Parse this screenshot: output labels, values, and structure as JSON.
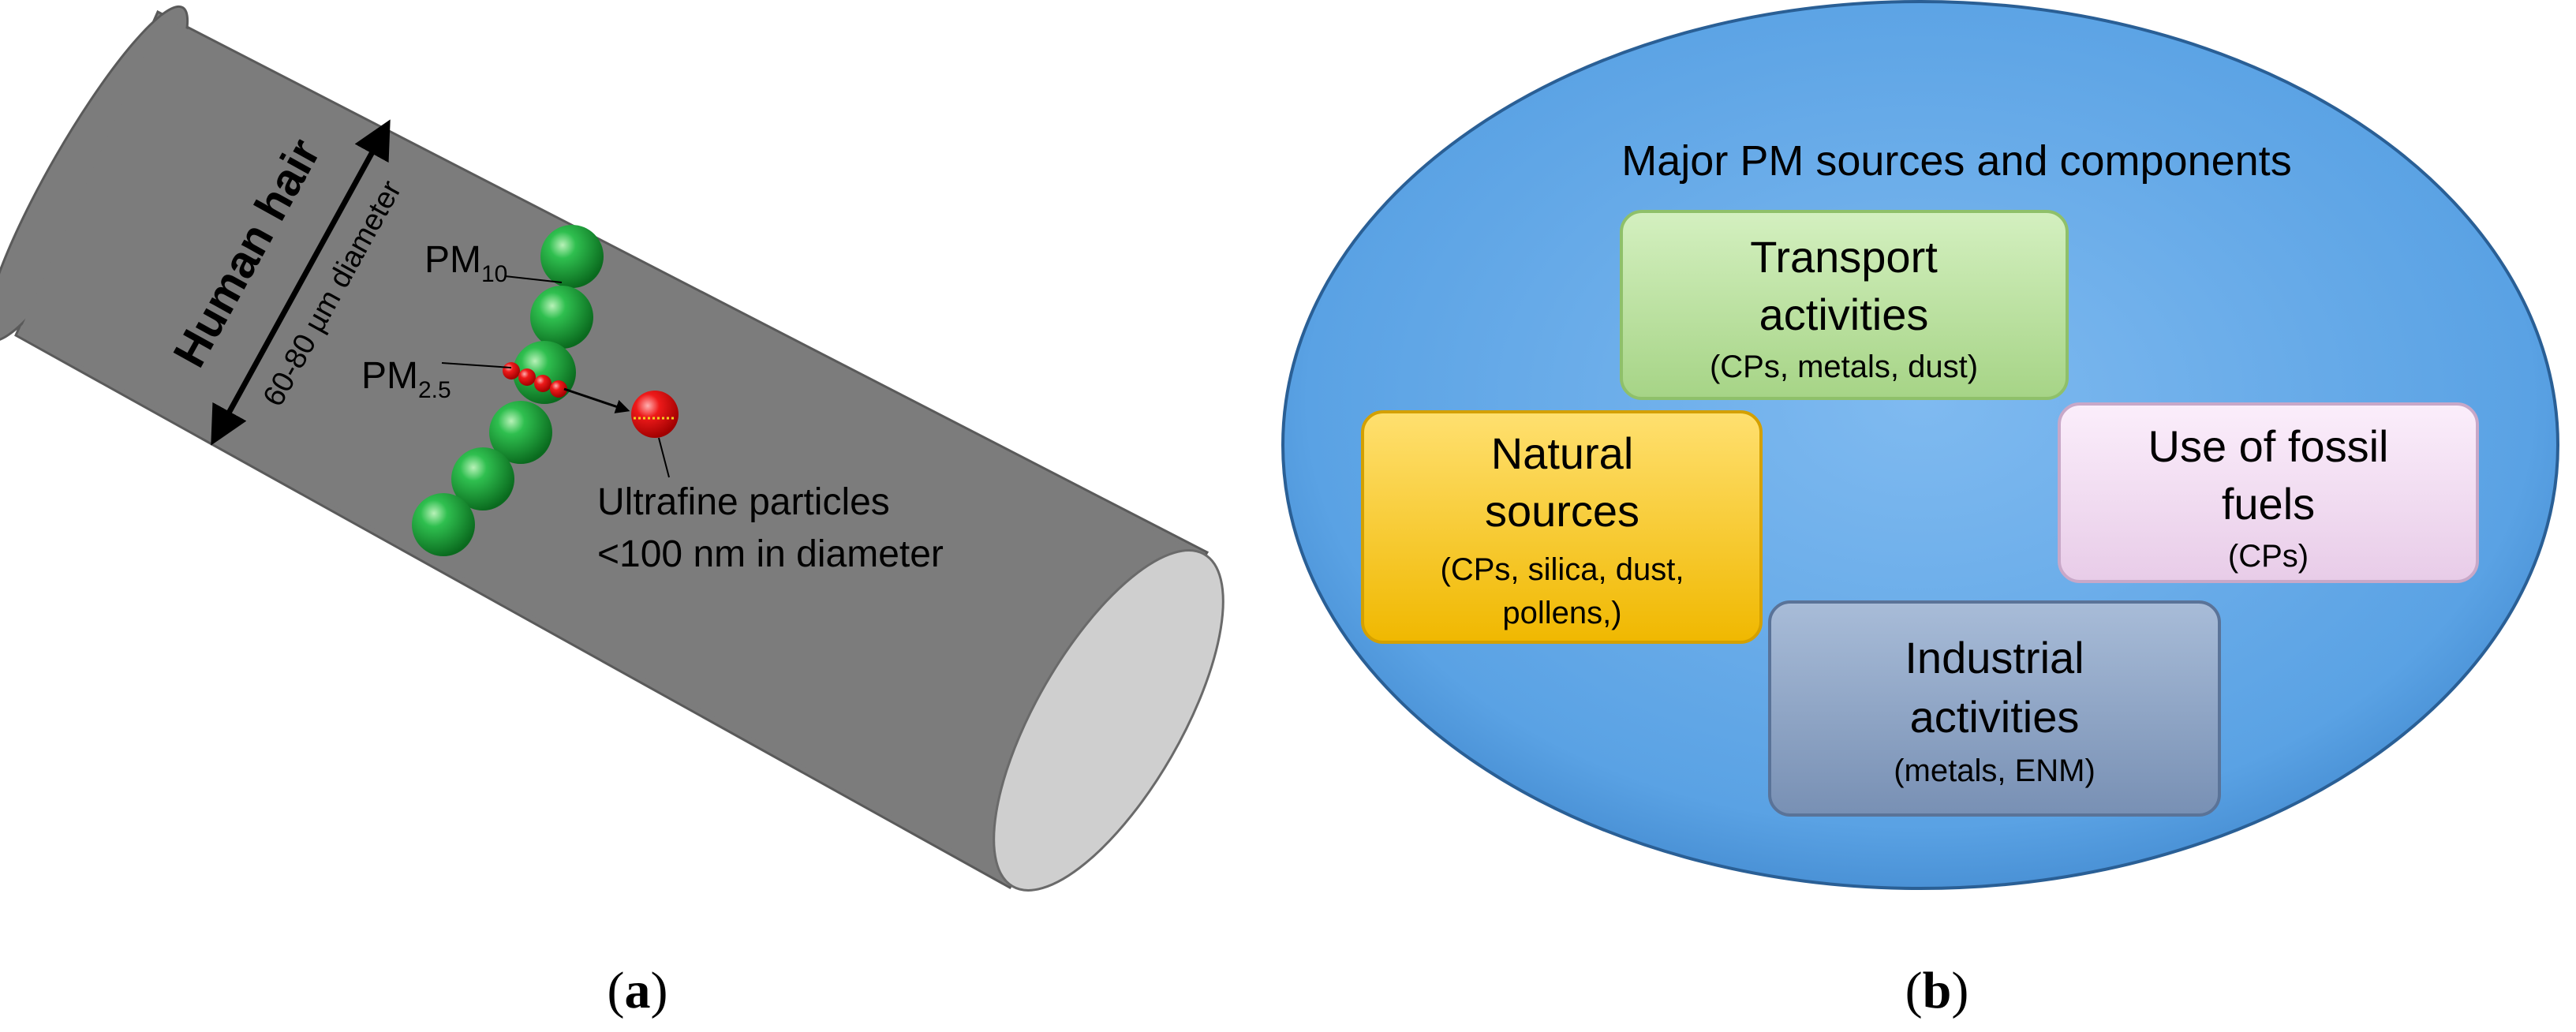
{
  "panel_a": {
    "hair_label": "Human hair",
    "diameter_label": "60-80 µm diameter",
    "pm10": {
      "base": "PM",
      "sub": "10"
    },
    "pm25": {
      "base": "PM",
      "sub": "2.5"
    },
    "ultrafine_line1": "Ultrafine particles",
    "ultrafine_line2": "<100 nm in diameter",
    "caption_open": "(",
    "caption_letter": "a",
    "caption_close": ")"
  },
  "panel_b": {
    "title": "Major PM sources and components",
    "boxes": {
      "transport": {
        "line1": "Transport",
        "line2": "activities",
        "detail1": "(CPs, metals, dust)",
        "color": "#b4dc98"
      },
      "natural": {
        "line1": "Natural",
        "line2": "sources",
        "detail1": "(CPs, silica, dust,",
        "detail2": "pollens,)",
        "color": "#ffc814"
      },
      "fossil": {
        "line1": "Use of fossil",
        "line2": "fuels",
        "detail1": "(CPs)",
        "color": "#f0d8f0"
      },
      "industrial": {
        "line1": "Industrial",
        "line2": "activities",
        "detail1": "(metals, ENM)",
        "color": "#8ea4c4"
      }
    },
    "caption_open": "(",
    "caption_letter": "b",
    "caption_close": ")"
  },
  "colors": {
    "hair": "#7c7c7c",
    "hair_end": "#cfcfcf",
    "particle_green": "#1fa33a",
    "particle_red": "#e01010",
    "ellipse": "#5aa2e4"
  }
}
